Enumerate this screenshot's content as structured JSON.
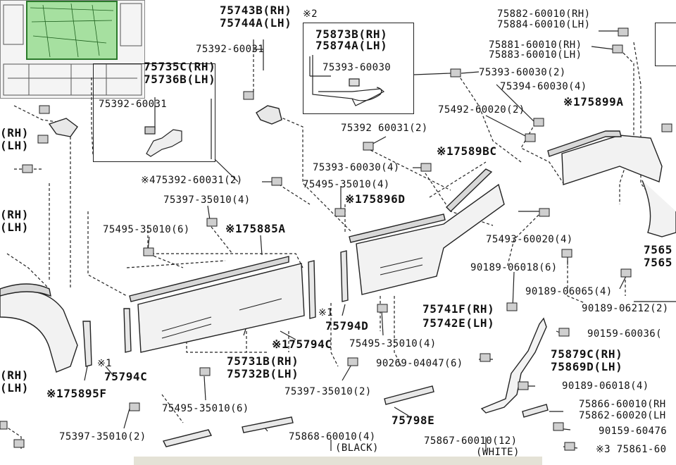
{
  "labels": {
    "l1": "75743B(RH)",
    "l2": "75744A(LH)",
    "l3": "75392-60031",
    "l4": "※2",
    "l5": "75873B(RH)",
    "l6": "75874A(LH)",
    "l7": "75393-60030",
    "l8": "75735C(RH)",
    "l9": "75736B(LH)",
    "l10": "75392-60031",
    "l11": "75882-60010(RH)",
    "l12": "75884-60010(LH)",
    "l13": "75881-60010(RH)",
    "l14": "75883-60010(LH)",
    "l15": "75393-60030(2)",
    "l16": "75394-60030(4)",
    "l17": "75492-60020(2)",
    "l18": "※175899A",
    "l19": "75392 60031(2)",
    "l20": "※17589BC",
    "l21": "75393-60030(4)",
    "l22": "75495-35010(4)",
    "l23": "※175896D",
    "l24": "※475392-60031(2)",
    "l25": "75397-35010(4)",
    "l26": "75495-35010(6)",
    "l27": "※175885A",
    "l28": "75493-60020(4)",
    "l29": "90189-06018(6)",
    "l30": "90189-06065(4)",
    "l31": "90189-06212(2)",
    "l32": "75741F(RH)",
    "l33": "75742E(LH)",
    "l34": "※1",
    "l35": "75794D",
    "l36": "75495-35010(4)",
    "l37": "※175794C",
    "l38": "75731B(RH)",
    "l39": "75732B(LH)",
    "l40": "※1",
    "l41": "75794C",
    "l42": "※175895F",
    "l43": "90269-04047(6)",
    "l44": "75397-35010(2)",
    "l45": "75495-35010(6)",
    "l46": "75397-35010(2)",
    "l47": "75798E",
    "l48": "75868-60010(4)",
    "l49": "(BLACK)",
    "l50": "75867-60010(12)",
    "l51": "(WHITE)",
    "l52": "90159-60036(",
    "l53": "75879C(RH)",
    "l54": "75869D(LH)",
    "l55": "90189-06018(4)",
    "l56": "75866-60010(RH",
    "l57": "75862-60020(LH",
    "l58": "90159-60476",
    "l59": "※3 75861-60",
    "l60": "(RH)",
    "l61": "(LH)",
    "l62": "(RH)",
    "l63": "(LH)",
    "l64": "(RH)",
    "l65": "(LH)",
    "l66": "7565",
    "l67": "7565"
  },
  "colors": {
    "line": "#222222",
    "part_fill": "#f2f2f2",
    "thumbnail_highlight": "#a6e0a0",
    "thumbnail_border": "#2a7a2a"
  }
}
